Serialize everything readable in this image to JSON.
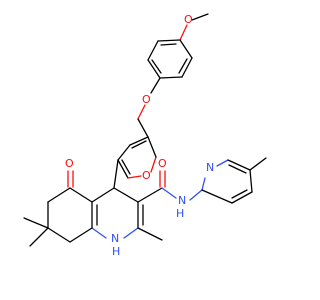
{
  "colors": {
    "bond": "#000000",
    "oxygen": "#ff0d0d",
    "nitrogen": "#3050f8",
    "background": "#ffffff"
  },
  "atoms": {
    "o_methoxy": "O",
    "o_ether": "O",
    "o_furan": "O",
    "o_ketone": "O",
    "o_amide": "O",
    "n_amide_h": "N",
    "h_amide": "H",
    "n_pyridine": "N",
    "n_ring_h": "N",
    "h_ring": "H"
  }
}
